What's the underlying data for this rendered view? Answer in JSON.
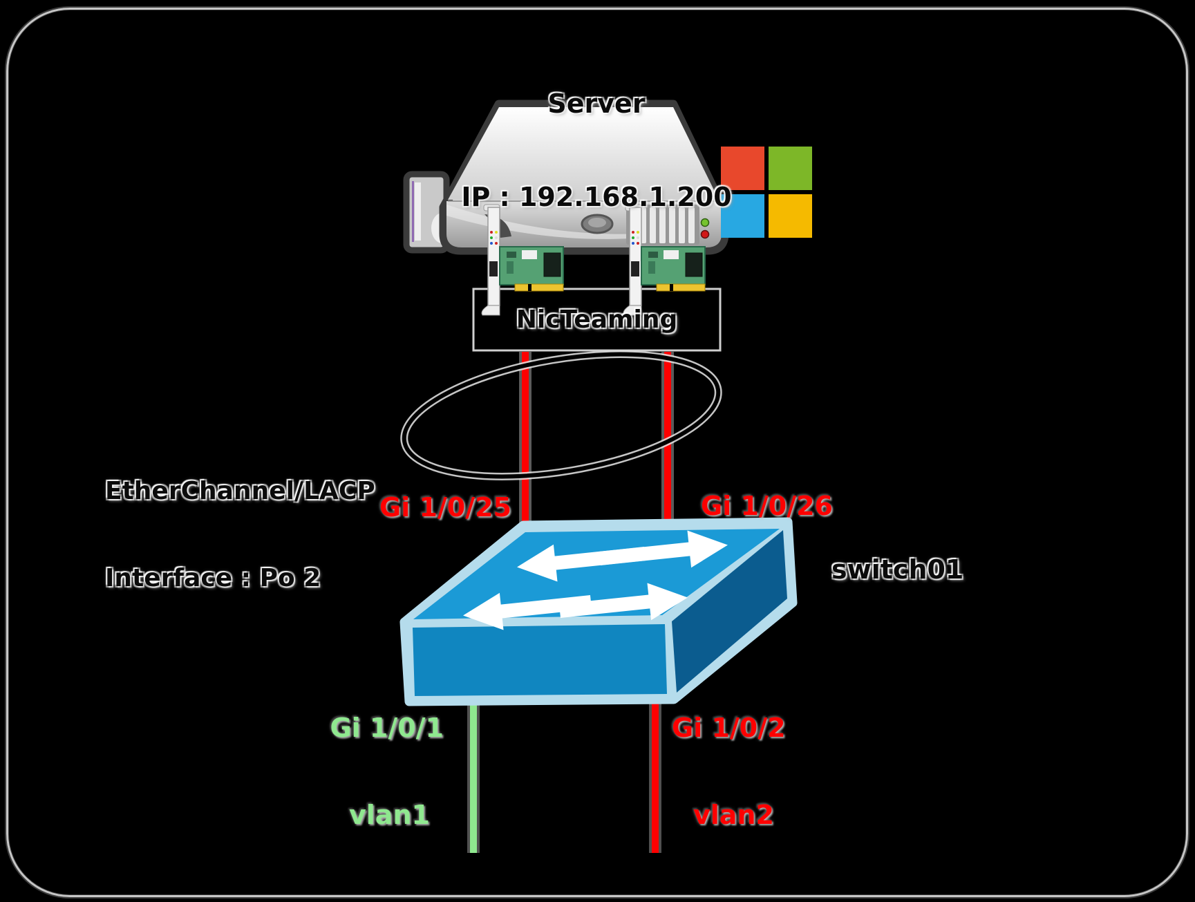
{
  "frame": {
    "background": "#000000",
    "border_color": "#c6c6c6"
  },
  "server": {
    "title": "Server",
    "ip": "IP : 192.168.1.200",
    "logo_colors": {
      "red": "#e8482c",
      "green": "#7db728",
      "blue": "#28a8e2",
      "yellow": "#f5ba00"
    }
  },
  "nic_teaming": {
    "label": "NicTeaming"
  },
  "etherchannel": {
    "title": "EtherChannel/LACP",
    "interface": "Interface : Po 2"
  },
  "switch": {
    "name": "switch01",
    "top_color": "#1b9ad6",
    "front_color": "#1086c0",
    "side_color": "#0b5c8f",
    "border_color": "#b5dcec"
  },
  "ports": {
    "uplink_left": "Gi 1/0/25",
    "uplink_right": "Gi 1/0/26",
    "access_left": "Gi 1/0/1",
    "access_right": "Gi 1/0/2"
  },
  "vlans": {
    "left": "vlan1",
    "right": "vlan2"
  },
  "link_colors": {
    "uplink": "#fe0000",
    "vlan1": "#8fe88f",
    "vlan2": "#fe0000"
  }
}
